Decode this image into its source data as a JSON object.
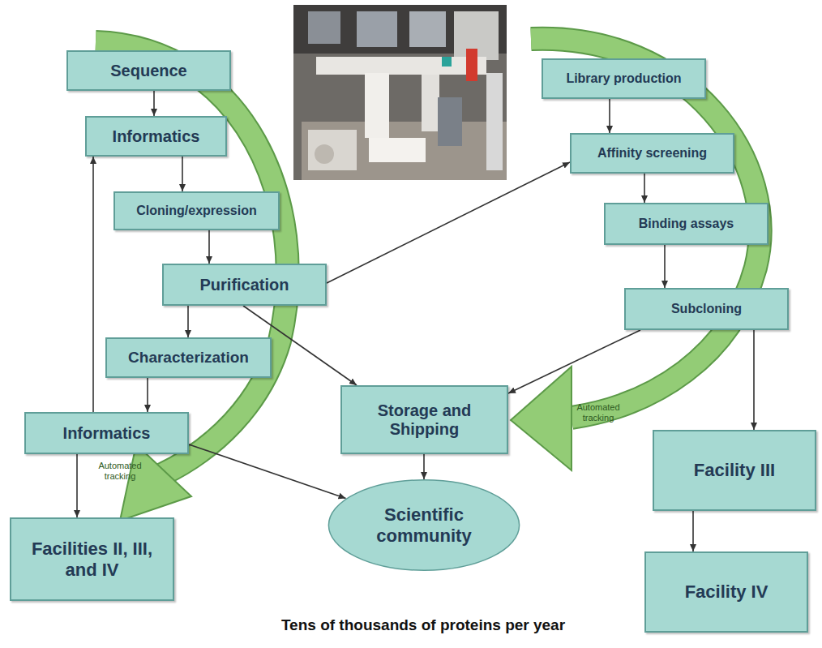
{
  "diagram": {
    "caption": "Tens of thousands of proteins per year",
    "nodes": [
      {
        "text": [
          "Sequence"
        ]
      },
      {
        "text": [
          "Informatics"
        ]
      },
      {
        "text": [
          "Cloning/expression"
        ]
      },
      {
        "text": [
          "Purification"
        ]
      },
      {
        "text": [
          "Characterization"
        ]
      },
      {
        "text": [
          "Informatics"
        ]
      },
      {
        "text": [
          "Facilities II, III, and IV"
        ]
      },
      {
        "text": [
          "Library production"
        ]
      },
      {
        "text": [
          "Affinity screening"
        ]
      },
      {
        "text": [
          "Binding assays"
        ]
      },
      {
        "text": [
          "Subcloning"
        ]
      },
      {
        "text": [
          "Storage and Shipping"
        ]
      },
      {
        "text": [
          "Scientific community"
        ]
      },
      {
        "text": [
          "Facility III"
        ]
      },
      {
        "text": [
          "Facility IV"
        ]
      }
    ],
    "edges": [
      {
        "from": 0,
        "to": 1,
        "arrow": "to"
      },
      {
        "from": 1,
        "to": 2,
        "arrow": "to"
      },
      {
        "from": 2,
        "to": 3,
        "arrow": "to"
      },
      {
        "from": 3,
        "to": 4,
        "arrow": "to"
      },
      {
        "from": 4,
        "to": 5,
        "arrow": "to"
      },
      {
        "from": 5,
        "to": 1,
        "arrow": "to"
      },
      {
        "from": 5,
        "to": 6,
        "arrow": "to"
      },
      {
        "from": 3,
        "to": 8,
        "arrow": "to"
      },
      {
        "from": 3,
        "to": 11,
        "arrow": "to"
      },
      {
        "from": 5,
        "to": 12,
        "arrow": "to"
      },
      {
        "from": 7,
        "to": 8,
        "arrow": "to"
      },
      {
        "from": 8,
        "to": 9,
        "arrow": "to"
      },
      {
        "from": 9,
        "to": 10,
        "arrow": "to"
      },
      {
        "from": 10,
        "to": 11,
        "arrow": "to"
      },
      {
        "from": 10,
        "to": 13,
        "arrow": "to"
      },
      {
        "from": 13,
        "to": 14,
        "arrow": "to"
      },
      {
        "from": 11,
        "to": 12,
        "arrow": "to"
      }
    ],
    "labels": [
      "Automated tracking",
      "Automated tracking"
    ]
  }
}
